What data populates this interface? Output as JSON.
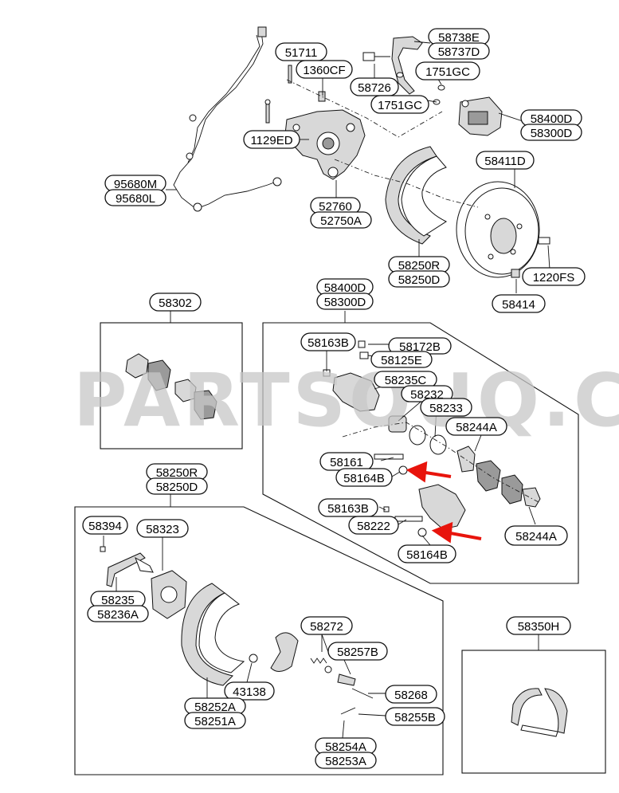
{
  "watermark": "PARTSOUQ.COM",
  "callouts": {
    "c51711": "51711",
    "c1360CF": "1360CF",
    "c58726": "58726",
    "c58738E": "58738E",
    "c58737D": "58737D",
    "c1751GC_a": "1751GC",
    "c1751GC_b": "1751GC",
    "c58400D_top": "58400D",
    "c58300D_top": "58300D",
    "c1129ED": "1129ED",
    "c95680M": "95680M",
    "c95680L": "95680L",
    "c52760": "52760",
    "c52750A": "52750A",
    "c58411D": "58411D",
    "c58250R_top": "58250R",
    "c58250D_top": "58250D",
    "c1220FS": "1220FS",
    "c58414": "58414",
    "c58302": "58302",
    "c58400D_mid": "58400D",
    "c58300D_mid": "58300D",
    "c58163B_a": "58163B",
    "c58172B": "58172B",
    "c58125E": "58125E",
    "c58235C": "58235C",
    "c58232": "58232",
    "c58233": "58233",
    "c58244A_a": "58244A",
    "c58161": "58161",
    "c58164B_a": "58164B",
    "c58163B_b": "58163B",
    "c58222": "58222",
    "c58164B_b": "58164B",
    "c58244A_b": "58244A",
    "c58250R_bot": "58250R",
    "c58250D_bot": "58250D",
    "c58394": "58394",
    "c58323": "58323",
    "c58235": "58235",
    "c58236A": "58236A",
    "c58272": "58272",
    "c58257B": "58257B",
    "c43138": "43138",
    "c58268": "58268",
    "c58252A": "58252A",
    "c58251A": "58251A",
    "c58255B": "58255B",
    "c58254A": "58254A",
    "c58253A": "58253A",
    "c58350H": "58350H"
  },
  "colors": {
    "line": "#111111",
    "highlight_arrow": "#e8140c",
    "watermark": "#c8c8c8"
  }
}
